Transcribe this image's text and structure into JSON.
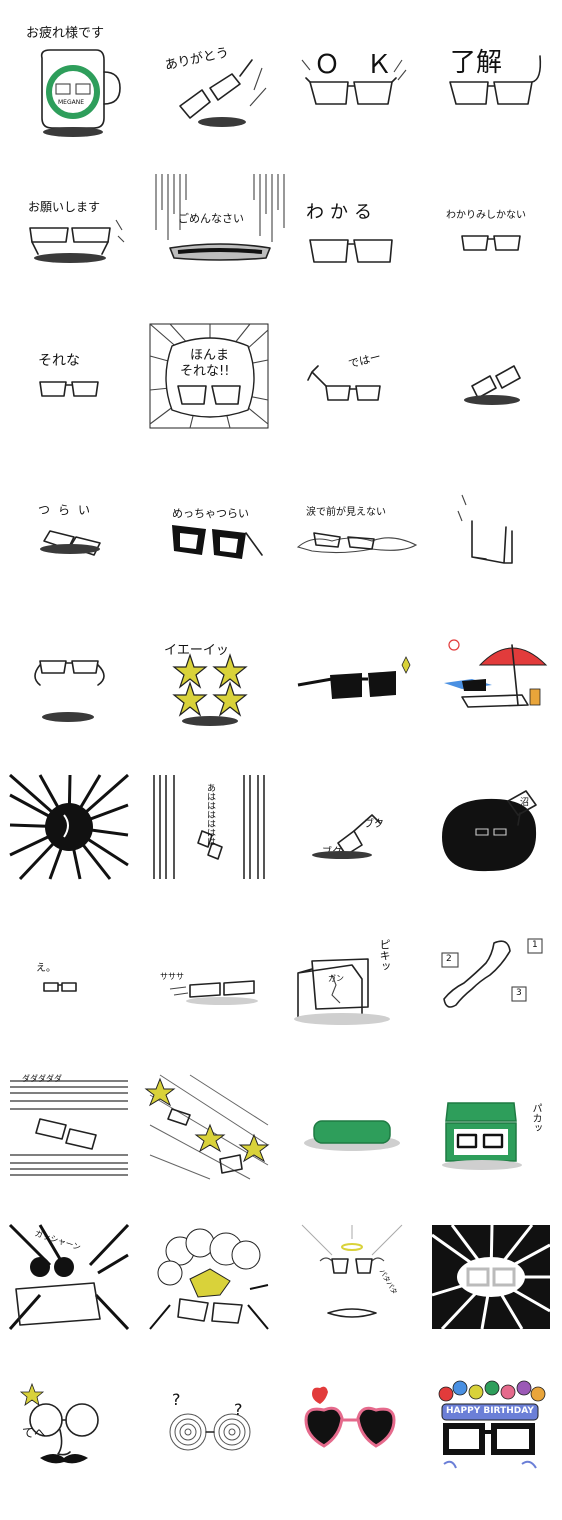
{
  "stickers": [
    {
      "id": "s1",
      "text": "お疲れ様です",
      "sub": "MEGANE"
    },
    {
      "id": "s2",
      "text": "ありがとう"
    },
    {
      "id": "s3",
      "text": "Ｏ　Ｋ"
    },
    {
      "id": "s4",
      "text": "了解"
    },
    {
      "id": "s5",
      "text": "お願いします"
    },
    {
      "id": "s6",
      "text": "ごめんなさい"
    },
    {
      "id": "s7",
      "text": "わかる"
    },
    {
      "id": "s8",
      "text": "わかりみしかない"
    },
    {
      "id": "s9",
      "text": "それな"
    },
    {
      "id": "s10",
      "text": "ほんま",
      "text2": "それな!!"
    },
    {
      "id": "s11",
      "text": "ではー"
    },
    {
      "id": "s12",
      "text": ""
    },
    {
      "id": "s13",
      "text": "つらい"
    },
    {
      "id": "s14",
      "text": "めっちゃつらい"
    },
    {
      "id": "s15",
      "text": "涙で前が見えない"
    },
    {
      "id": "s16",
      "text": ""
    },
    {
      "id": "s17",
      "text": ""
    },
    {
      "id": "s18",
      "text": "イエーイッ"
    },
    {
      "id": "s19",
      "text": ""
    },
    {
      "id": "s20",
      "text": ""
    },
    {
      "id": "s21",
      "text": ""
    },
    {
      "id": "s22",
      "text": "あはははははは"
    },
    {
      "id": "s23",
      "text": "ブク",
      "text2": "ブク"
    },
    {
      "id": "s24",
      "text": "沼"
    },
    {
      "id": "s25",
      "text": "え。"
    },
    {
      "id": "s26",
      "text": "サササ"
    },
    {
      "id": "s27",
      "text": "ピキッ",
      "text2": "ガン"
    },
    {
      "id": "s28",
      "text": "1",
      "text2": "2",
      "text3": "3"
    },
    {
      "id": "s29",
      "text": "ダダダダダ"
    },
    {
      "id": "s30",
      "text": ""
    },
    {
      "id": "s31",
      "text": ""
    },
    {
      "id": "s32",
      "text": "パカッ"
    },
    {
      "id": "s33",
      "text": "ガッシャーン"
    },
    {
      "id": "s34",
      "text": ""
    },
    {
      "id": "s35",
      "text": "パタパタ"
    },
    {
      "id": "s36",
      "text": ""
    },
    {
      "id": "s37",
      "text": "てへ"
    },
    {
      "id": "s38",
      "text": "?",
      "text2": "?"
    },
    {
      "id": "s39",
      "text": ""
    },
    {
      "id": "s40",
      "text": "HAPPY BIRTHDAY"
    }
  ],
  "colors": {
    "green": "#2e9e5b",
    "darkgreen": "#1f7a43",
    "red": "#e23b3b",
    "pink": "#e56a8c",
    "yellow": "#d9d23a",
    "ink": "#222222",
    "shadow": "#3a3a3a"
  }
}
